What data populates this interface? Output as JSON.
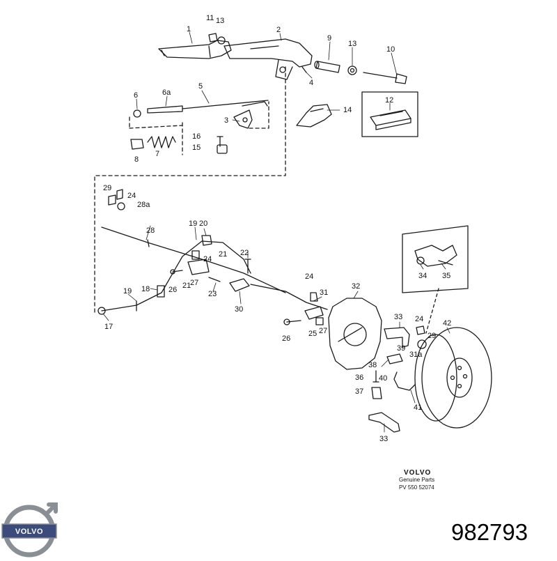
{
  "callouts": [
    {
      "id": "c1",
      "text": "1"
    },
    {
      "id": "c11",
      "text": "11"
    },
    {
      "id": "c13a",
      "text": "13"
    },
    {
      "id": "c2",
      "text": "2"
    },
    {
      "id": "c9",
      "text": "9"
    },
    {
      "id": "c13b",
      "text": "13"
    },
    {
      "id": "c10",
      "text": "10"
    },
    {
      "id": "c4",
      "text": "4"
    },
    {
      "id": "c6",
      "text": "6"
    },
    {
      "id": "c6a",
      "text": "6a"
    },
    {
      "id": "c5",
      "text": "5"
    },
    {
      "id": "c12",
      "text": "12"
    },
    {
      "id": "c14",
      "text": "14"
    },
    {
      "id": "c3",
      "text": "3"
    },
    {
      "id": "c16",
      "text": "16"
    },
    {
      "id": "c15",
      "text": "15"
    },
    {
      "id": "c7",
      "text": "7"
    },
    {
      "id": "c8",
      "text": "8"
    },
    {
      "id": "c29a",
      "text": "29"
    },
    {
      "id": "c24a",
      "text": "24"
    },
    {
      "id": "c28a",
      "text": "28a"
    },
    {
      "id": "c28",
      "text": "28"
    },
    {
      "id": "c19a",
      "text": "19"
    },
    {
      "id": "c20",
      "text": "20"
    },
    {
      "id": "c21a",
      "text": "21"
    },
    {
      "id": "c24b",
      "text": "24"
    },
    {
      "id": "c22",
      "text": "22"
    },
    {
      "id": "c26a",
      "text": "26"
    },
    {
      "id": "c21b",
      "text": "21"
    },
    {
      "id": "c27a",
      "text": "27"
    },
    {
      "id": "c23",
      "text": "23"
    },
    {
      "id": "c19b",
      "text": "19"
    },
    {
      "id": "c18",
      "text": "18"
    },
    {
      "id": "c17",
      "text": "17"
    },
    {
      "id": "c30",
      "text": "30"
    },
    {
      "id": "c24c",
      "text": "24"
    },
    {
      "id": "c31",
      "text": "31"
    },
    {
      "id": "c32",
      "text": "32"
    },
    {
      "id": "c34",
      "text": "34"
    },
    {
      "id": "c35",
      "text": "35"
    },
    {
      "id": "c33a",
      "text": "33"
    },
    {
      "id": "c24d",
      "text": "24"
    },
    {
      "id": "c42",
      "text": "42"
    },
    {
      "id": "c29b",
      "text": "29"
    },
    {
      "id": "c26b",
      "text": "26"
    },
    {
      "id": "c25",
      "text": "25"
    },
    {
      "id": "c27b",
      "text": "27"
    },
    {
      "id": "c39",
      "text": "39"
    },
    {
      "id": "c31a",
      "text": "31a"
    },
    {
      "id": "c38",
      "text": "38"
    },
    {
      "id": "c40",
      "text": "40"
    },
    {
      "id": "c36",
      "text": "36"
    },
    {
      "id": "c37",
      "text": "37"
    },
    {
      "id": "c41",
      "text": "41"
    },
    {
      "id": "c33b",
      "text": "33"
    }
  ],
  "brand_block": {
    "title": "VOLVO",
    "subtitle": "Genuine Parts",
    "reference": "PV  550  52074"
  },
  "logo": {
    "word": "VOLVO",
    "icon": "volvo-iron-mark-icon",
    "colors": {
      "ring": "#8a8f96",
      "bar": "#3a4b7c",
      "text": "#ffffff"
    }
  },
  "part_number": "982793",
  "colors": {
    "line": "#1a1a1a",
    "background": "#ffffff"
  }
}
